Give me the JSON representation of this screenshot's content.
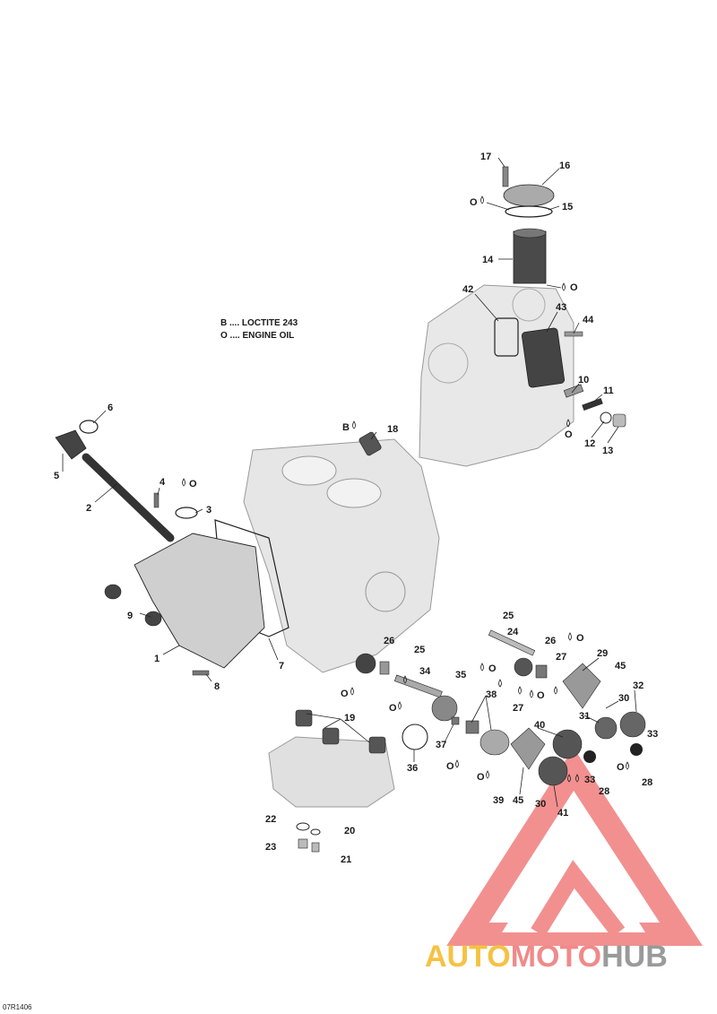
{
  "legend": [
    {
      "key": "B",
      "text": "B .... LOCTITE 243"
    },
    {
      "key": "O",
      "text": "O .... ENGINE OIL"
    }
  ],
  "callouts": [
    {
      "num": "1"
    },
    {
      "num": "2"
    },
    {
      "num": "3"
    },
    {
      "num": "4"
    },
    {
      "num": "5"
    },
    {
      "num": "6"
    },
    {
      "num": "7"
    },
    {
      "num": "8"
    },
    {
      "num": "9"
    },
    {
      "num": "10"
    },
    {
      "num": "11"
    },
    {
      "num": "12"
    },
    {
      "num": "13"
    },
    {
      "num": "14"
    },
    {
      "num": "15"
    },
    {
      "num": "16"
    },
    {
      "num": "17"
    },
    {
      "num": "18"
    },
    {
      "num": "19"
    },
    {
      "num": "20"
    },
    {
      "num": "21"
    },
    {
      "num": "22"
    },
    {
      "num": "23"
    },
    {
      "num": "24"
    },
    {
      "num": "25"
    },
    {
      "num": "25"
    },
    {
      "num": "26"
    },
    {
      "num": "26"
    },
    {
      "num": "27"
    },
    {
      "num": "27"
    },
    {
      "num": "28"
    },
    {
      "num": "28"
    },
    {
      "num": "29"
    },
    {
      "num": "30"
    },
    {
      "num": "30"
    },
    {
      "num": "31"
    },
    {
      "num": "32"
    },
    {
      "num": "33"
    },
    {
      "num": "33"
    },
    {
      "num": "34"
    },
    {
      "num": "35"
    },
    {
      "num": "36"
    },
    {
      "num": "37"
    },
    {
      "num": "38"
    },
    {
      "num": "39"
    },
    {
      "num": "40"
    },
    {
      "num": "41"
    },
    {
      "num": "42"
    },
    {
      "num": "43"
    },
    {
      "num": "44"
    },
    {
      "num": "45"
    },
    {
      "num": "45"
    }
  ],
  "markers": [
    "O",
    "O",
    "O",
    "O",
    "O",
    "O",
    "O",
    "O",
    "O",
    "O",
    "O",
    "O",
    "O",
    "O",
    "O",
    "O",
    "O",
    "O",
    "B"
  ],
  "drawing_code": "07R1406",
  "brand": {
    "part1": "AUTO",
    "part2": "MOTO",
    "part3": "HUB"
  },
  "colors": {
    "line": "#222222",
    "part_fill": "#e2e2e2",
    "dark_part": "#3a3a3a",
    "watermark": "#ee6b6b"
  }
}
